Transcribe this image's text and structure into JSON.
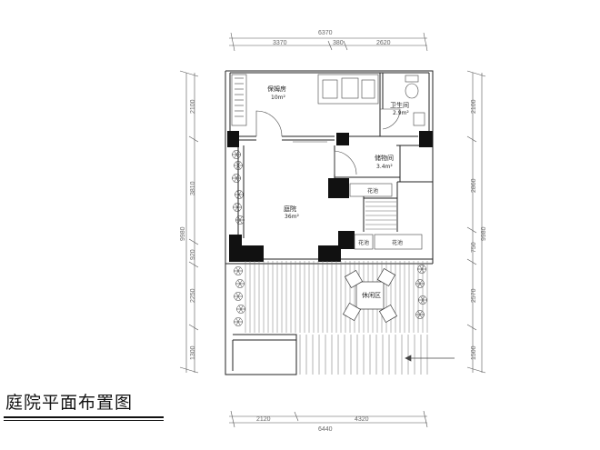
{
  "title": "庭院平面布置图",
  "rooms": {
    "nanny": {
      "name": "保姆房",
      "area": "10m²"
    },
    "bath": {
      "name": "卫生间",
      "area": "2.9m²"
    },
    "storage": {
      "name": "储物间",
      "area": "3.4m²"
    },
    "courtyard": {
      "name": "庭院",
      "area": "36m²"
    },
    "lounge": {
      "name": "休闲区"
    }
  },
  "planters": [
    "花池",
    "花池",
    "花池"
  ],
  "dims_top": {
    "total": "6370",
    "seg1": "3370",
    "seg2": "380",
    "seg3": "2620"
  },
  "dims_bottom": {
    "seg1": "2120",
    "seg2": "4320",
    "total": "6440"
  },
  "dims_left": {
    "s1": "2100",
    "s2": "3810",
    "s3": "920",
    "s4": "2250",
    "s5": "1300",
    "total": "9980"
  },
  "dims_right": {
    "s1": "2100",
    "s2": "2860",
    "s3": "750",
    "s4": "2570",
    "s5": "1500",
    "total": "9980"
  }
}
